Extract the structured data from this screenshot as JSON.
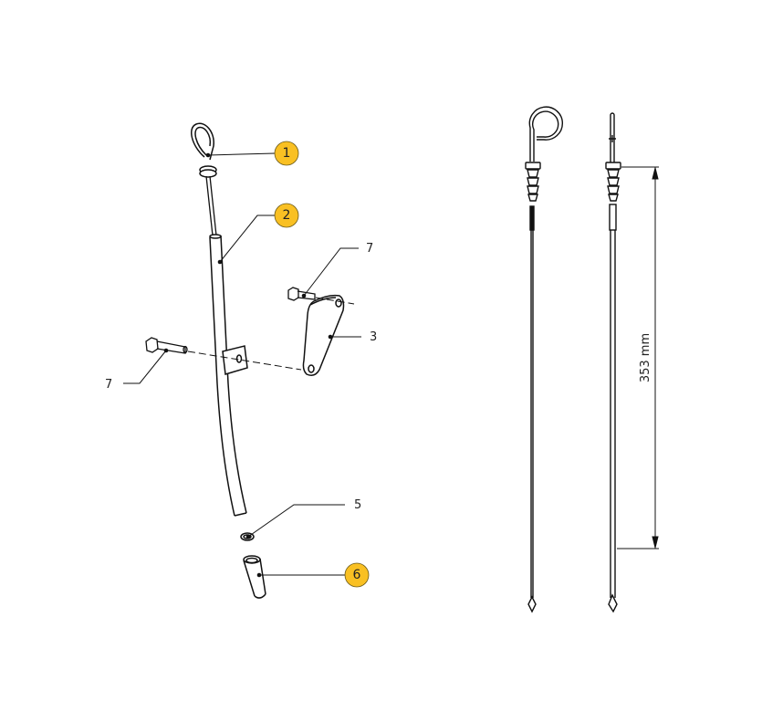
{
  "title": "Dipstick assembly exploded view",
  "colors": {
    "badge": "#F9C023",
    "line": "#111111"
  },
  "callouts": {
    "c1": "1",
    "c2": "2",
    "c3": "3",
    "c5": "5",
    "c6": "6",
    "c7_top": "7",
    "c7_left": "7"
  },
  "dimension": {
    "length_label": "353 mm"
  }
}
